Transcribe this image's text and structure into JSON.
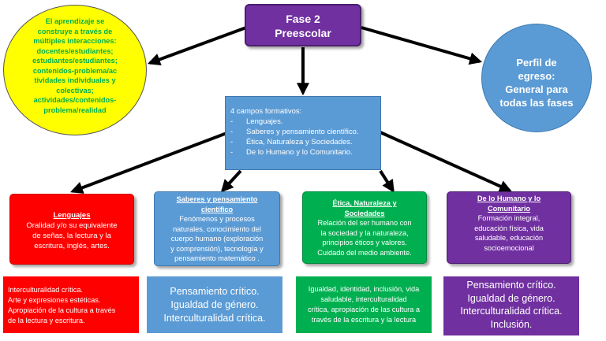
{
  "colors": {
    "purple": "#7030A0",
    "blue": "#5B9BD5",
    "red": "#FF0000",
    "green": "#00B050",
    "yellow": "#FFFF00",
    "yellow_text": "#00B050"
  },
  "header": {
    "title_line1": "Fase 2",
    "title_line2": "Preescolar"
  },
  "left_ellipse": {
    "lines": [
      "El aprendizaje se",
      "construye a través de",
      "múltiples interacciones:",
      "docentes/estudiantes;",
      "estudiantes/estudiantes;",
      "contenidos-problema/ac",
      "tividades individuales y",
      "colectivas;",
      "actividades/contenidos-",
      "problema/realidad"
    ]
  },
  "right_ellipse": {
    "lines": [
      "Perfil de",
      "egreso:",
      "General para",
      "todas las fases"
    ]
  },
  "center_box": {
    "intro": "4 campos formativos:",
    "items": [
      "Lenguajes.",
      "Saberes y pensamiento científico.",
      "Ética, Naturaleza y Sociedades.",
      "De lo Humano y lo Comunitario."
    ],
    "bullet": "-"
  },
  "fields": [
    {
      "title_lines": [
        "Lenguajes"
      ],
      "body_lines": [
        "Oralidad y/o su equivalente",
        "de señas, la lectura y la",
        "escritura, inglés, artes."
      ]
    },
    {
      "title_lines": [
        "Saberes y pensamiento",
        "científico"
      ],
      "body_lines": [
        "Fenómenos y procesos",
        "naturales, conocimiento del",
        "cuerpo humano (exploración",
        "y comprensión), tecnología y",
        "pensamiento matemático ."
      ]
    },
    {
      "title_lines": [
        "Ética, Naturaleza y",
        "Sociedades"
      ],
      "body_lines": [
        "Relación del ser humano con",
        "la sociedad y la naturaleza,",
        "principios éticos y valores.",
        "Cuidado del medio ambiente."
      ]
    },
    {
      "title_lines": [
        "De lo Humano y lo",
        "Comunitario"
      ],
      "body_lines": [
        "Formación integral,",
        "educación física, vida",
        "saludable, educación",
        "socioemocional"
      ]
    }
  ],
  "bottom": [
    {
      "lines": [
        "Interculturalidad crítica.",
        "Arte y expresiones estéticas.",
        "Apropiación de la cultura a través",
        "de la lectura y escritura."
      ]
    },
    {
      "lines": [
        "Pensamiento crítico.",
        "Igualdad de género.",
        "Interculturalidad crítica."
      ]
    },
    {
      "lines": [
        "Igualdad, identidad, inclusión, vida",
        "saludable,  interculturalidad",
        "crítica, apropiación de las cultura a",
        "través de la escritura y la lectura"
      ]
    },
    {
      "lines": [
        "Pensamiento crítico.",
        "Igualdad de género.",
        "Interculturalidad crítica.",
        "Inclusión."
      ]
    }
  ]
}
